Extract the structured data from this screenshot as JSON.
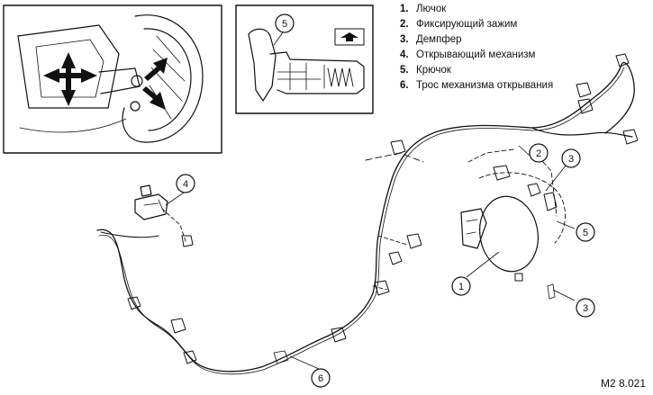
{
  "legend": [
    {
      "num": "1.",
      "text": "Лючок"
    },
    {
      "num": "2.",
      "text": "Фиксирующий зажим"
    },
    {
      "num": "3.",
      "text": "Демпфер"
    },
    {
      "num": "4.",
      "text": "Открывающий механизм"
    },
    {
      "num": "5.",
      "text": "Крючок"
    },
    {
      "num": "6.",
      "text": "Трос механизма открывания"
    }
  ],
  "callouts": [
    "5",
    "4",
    "2",
    "3",
    "5",
    "1",
    "3",
    "6"
  ],
  "figure_code": "M2 8.021"
}
